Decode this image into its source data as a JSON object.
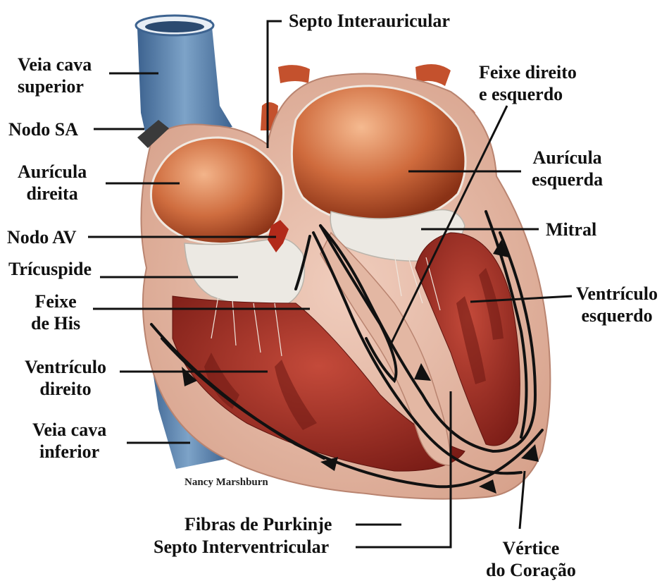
{
  "labels": {
    "veia_cava_superior": [
      "Veia cava",
      "superior"
    ],
    "nodo_sa": "Nodo SA",
    "auricula_direita": [
      "Aurícula",
      "direita"
    ],
    "nodo_av": "Nodo AV",
    "tricuspide": "Trícuspide",
    "feixe_de_his": [
      "Feixe",
      "de His"
    ],
    "ventriculo_direito": [
      "Ventrículo",
      "direito"
    ],
    "veia_cava_inferior": [
      "Veia cava",
      "inferior"
    ],
    "septo_interauricular": "Septo Interauricular",
    "feixe_direito_esquerdo": [
      "Feixe direito",
      "e esquerdo"
    ],
    "auricula_esquerda": [
      "Aurícula",
      "esquerda"
    ],
    "mitral": "Mitral",
    "ventriculo_esquerdo": [
      "Ventrículo",
      "esquerdo"
    ],
    "fibras_de_purkinje": "Fibras de Purkinje",
    "septo_interventricular": "Septo Interventricular",
    "vertice_do_coracao": [
      "Vértice",
      "do Coração"
    ]
  },
  "credit": "Nancy Marshburn",
  "colors": {
    "vein_blue": "#5f86ae",
    "heart_wall": "#e3b7a3",
    "atrium_orange": "#c9673c",
    "ventricle_red": "#9e2e26",
    "conduction_line": "#111111",
    "valve_white": "#ece9e3",
    "leader_line": "#111111"
  }
}
